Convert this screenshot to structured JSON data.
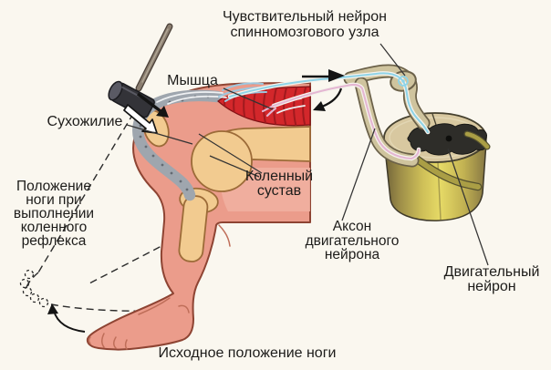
{
  "labels": {
    "sensory_neuron": "Чувствительный нейрон\nспинномозгового узла",
    "muscle": "Мышца",
    "tendon": "Сухожилие",
    "leg_position": "Положение\nноги при\nвыполнении\nколенного\nрефлекса",
    "knee_joint": "Коленный\nсустав",
    "motor_axon": "Аксон\nдвигательного\nнейрона",
    "motor_neuron": "Двигательный\nнейрон",
    "initial_position": "Исходное положение ноги"
  },
  "colors": {
    "background": "#faf7ef",
    "text": "#1d1c1a",
    "skin": "#eb9c8b",
    "skin_outline": "#8e4433",
    "skin_light": "#f1b1a1",
    "muscle": "#d3272b",
    "muscle_stripe": "#a01a1e",
    "bone": "#f2cb90",
    "bone_outline": "#9c6b38",
    "tendon": "#9fa6ae",
    "tendon_dot": "#646b73",
    "nerve_sheath": "#cfc49e",
    "nerve_sheath_edge": "#6b6149",
    "sensory_fiber": "#8fd4e8",
    "motor_fiber": "#e4b6d2",
    "fiber_halo": "#f6f3ec",
    "cord_top": "#d8c8a0",
    "cord_outline": "#45402e",
    "gray_matter": "#2e2d29",
    "nerve_root": "#aa9e45",
    "nerve_root_edge": "#55512e",
    "arrow": "#141414",
    "leader": "#333333"
  }
}
